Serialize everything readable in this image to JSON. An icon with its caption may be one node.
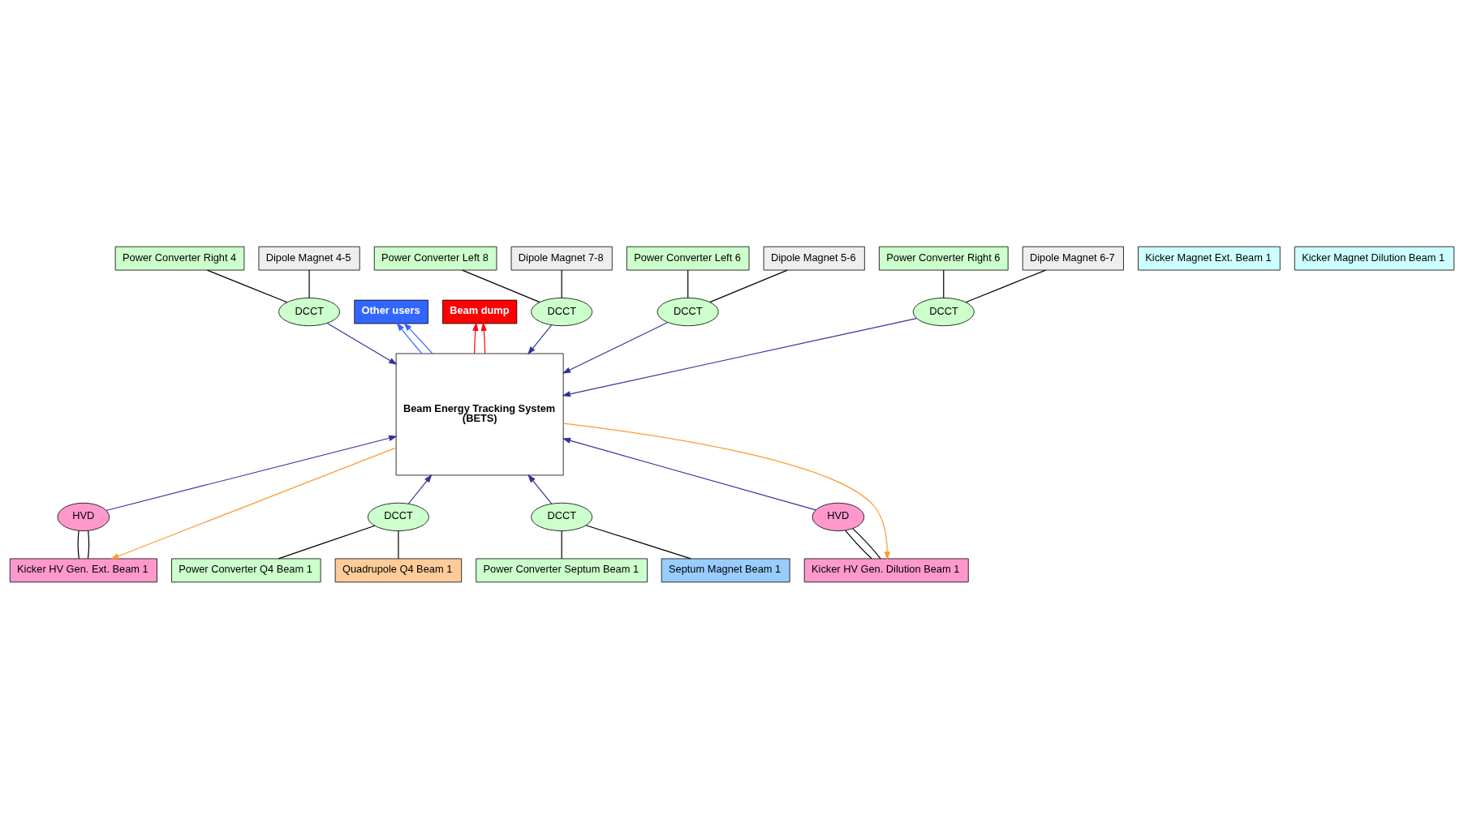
{
  "diagram": {
    "nodes": [
      {
        "text": [
          "Power Converter Right 4"
        ]
      },
      {
        "text": [
          "Dipole Magnet 4-5"
        ]
      },
      {
        "text": [
          "DCCT"
        ]
      },
      {
        "text": [
          "Other users"
        ]
      },
      {
        "text": [
          "Beam dump"
        ]
      },
      {
        "text": [
          "Power Converter Left 8"
        ]
      },
      {
        "text": [
          "Dipole Magnet 7-8"
        ]
      },
      {
        "text": [
          "DCCT"
        ]
      },
      {
        "text": [
          "Power Converter Left 6"
        ]
      },
      {
        "text": [
          "Dipole Magnet 5-6"
        ]
      },
      {
        "text": [
          "DCCT"
        ]
      },
      {
        "text": [
          "Beam Energy Tracking System",
          "(BETS)"
        ]
      },
      {
        "text": [
          "Power Converter Right 6"
        ]
      },
      {
        "text": [
          "Dipole Magnet 6-7"
        ]
      },
      {
        "text": [
          "DCCT"
        ]
      },
      {
        "text": [
          "HVD"
        ]
      },
      {
        "text": [
          "DCCT"
        ]
      },
      {
        "text": [
          "DCCT"
        ]
      },
      {
        "text": [
          "HVD"
        ]
      },
      {
        "text": [
          "Kicker HV Gen. Ext. Beam 1"
        ]
      },
      {
        "text": [
          "Power Converter Q4 Beam 1"
        ]
      },
      {
        "text": [
          "Quadrupole Q4 Beam 1"
        ]
      },
      {
        "text": [
          "Power Converter Septum Beam 1"
        ]
      },
      {
        "text": [
          "Septum Magnet Beam 1"
        ]
      },
      {
        "text": [
          "Kicker HV Gen. Dilution Beam 1"
        ]
      },
      {
        "text": [
          "Kicker Magnet Ext. Beam 1"
        ]
      },
      {
        "text": [
          "Kicker Magnet Dilution Beam 1"
        ]
      }
    ],
    "edges": [
      {
        "from": 0,
        "to": 2,
        "arrow": "none"
      },
      {
        "from": 1,
        "to": 2,
        "arrow": "none"
      },
      {
        "from": 2,
        "to": 11,
        "arrow": "to",
        "color": "#333399"
      },
      {
        "from": 5,
        "to": 7,
        "arrow": "none"
      },
      {
        "from": 6,
        "to": 7,
        "arrow": "none"
      },
      {
        "from": 7,
        "to": 11,
        "arrow": "to",
        "color": "#333399"
      },
      {
        "from": 8,
        "to": 10,
        "arrow": "none"
      },
      {
        "from": 9,
        "to": 10,
        "arrow": "none"
      },
      {
        "from": 10,
        "to": 11,
        "arrow": "to",
        "color": "#333399"
      },
      {
        "from": 12,
        "to": 14,
        "arrow": "none"
      },
      {
        "from": 13,
        "to": 14,
        "arrow": "none"
      },
      {
        "from": 14,
        "to": 11,
        "arrow": "to",
        "color": "#333399"
      },
      {
        "from": 11,
        "to": 3,
        "arrow": "to",
        "color": "#3366ff"
      },
      {
        "from": 11,
        "to": 3,
        "arrow": "to",
        "color": "#3366ff"
      },
      {
        "from": 11,
        "to": 4,
        "arrow": "to",
        "color": "#ff0000"
      },
      {
        "from": 11,
        "to": 4,
        "arrow": "to",
        "color": "#ff0000"
      },
      {
        "from": 11,
        "to": 19,
        "arrow": "to",
        "color": "#ff9933"
      },
      {
        "from": 11,
        "to": 24,
        "arrow": "to",
        "color": "#ff9933"
      },
      {
        "from": 15,
        "to": 11,
        "arrow": "to",
        "color": "#333399"
      },
      {
        "from": 16,
        "to": 11,
        "arrow": "to",
        "color": "#333399"
      },
      {
        "from": 17,
        "to": 11,
        "arrow": "to",
        "color": "#333399"
      },
      {
        "from": 18,
        "to": 11,
        "arrow": "to",
        "color": "#333399"
      },
      {
        "from": 15,
        "to": 19,
        "arrow": "none"
      },
      {
        "from": 15,
        "to": 19,
        "arrow": "none"
      },
      {
        "from": 16,
        "to": 20,
        "arrow": "none"
      },
      {
        "from": 16,
        "to": 21,
        "arrow": "none"
      },
      {
        "from": 17,
        "to": 22,
        "arrow": "none"
      },
      {
        "from": 17,
        "to": 23,
        "arrow": "none"
      },
      {
        "from": 18,
        "to": 24,
        "arrow": "none"
      },
      {
        "from": 18,
        "to": 24,
        "arrow": "none"
      }
    ]
  }
}
